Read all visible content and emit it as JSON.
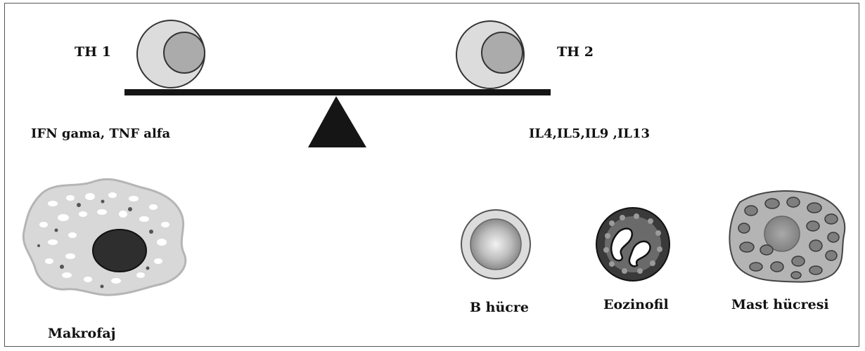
{
  "balance": {
    "left_label": "TH 1",
    "right_label": "TH 2",
    "left_cytokines": "IFN gama, TNF alfa",
    "right_cytokines": "IL4,IL5,IL9 ,IL13"
  },
  "cells": {
    "macrophage": "Makrofaj",
    "b_cell": "B hücre",
    "eosinophil": "Eozinofil",
    "mast_cell": "Mast hücresi"
  }
}
